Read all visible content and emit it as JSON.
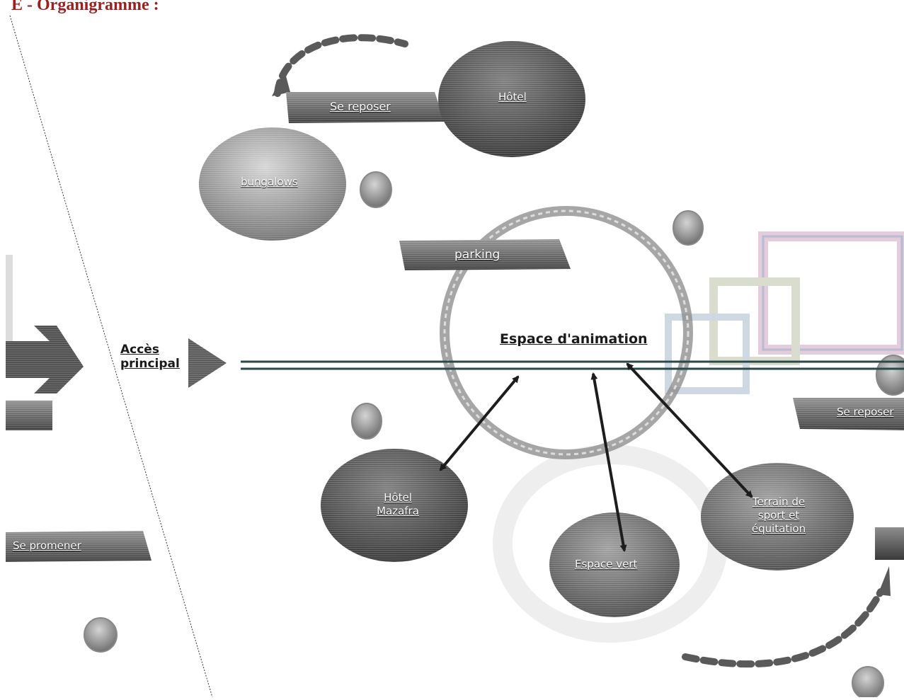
{
  "heading": "E - Organigramme :",
  "diagram": {
    "central_label": "Espace d'animation",
    "entry_label_line1": "Accès",
    "entry_label_line2": "principal",
    "nodes": {
      "hotel": "Hôtel",
      "bungalows": "bungalows",
      "hotel_mazafra_line1": "Hôtel",
      "hotel_mazafra_line2": "Mazafra",
      "espace_vert": "Espace vert",
      "terrain_line1": "Terrain de",
      "terrain_line2": "sport et",
      "terrain_line3": "équitation"
    },
    "banners": {
      "se_reposer_top": "Se reposer",
      "parking": "parking",
      "se_reposer_right": "Se reposer",
      "se_promener": "Se promener"
    }
  }
}
